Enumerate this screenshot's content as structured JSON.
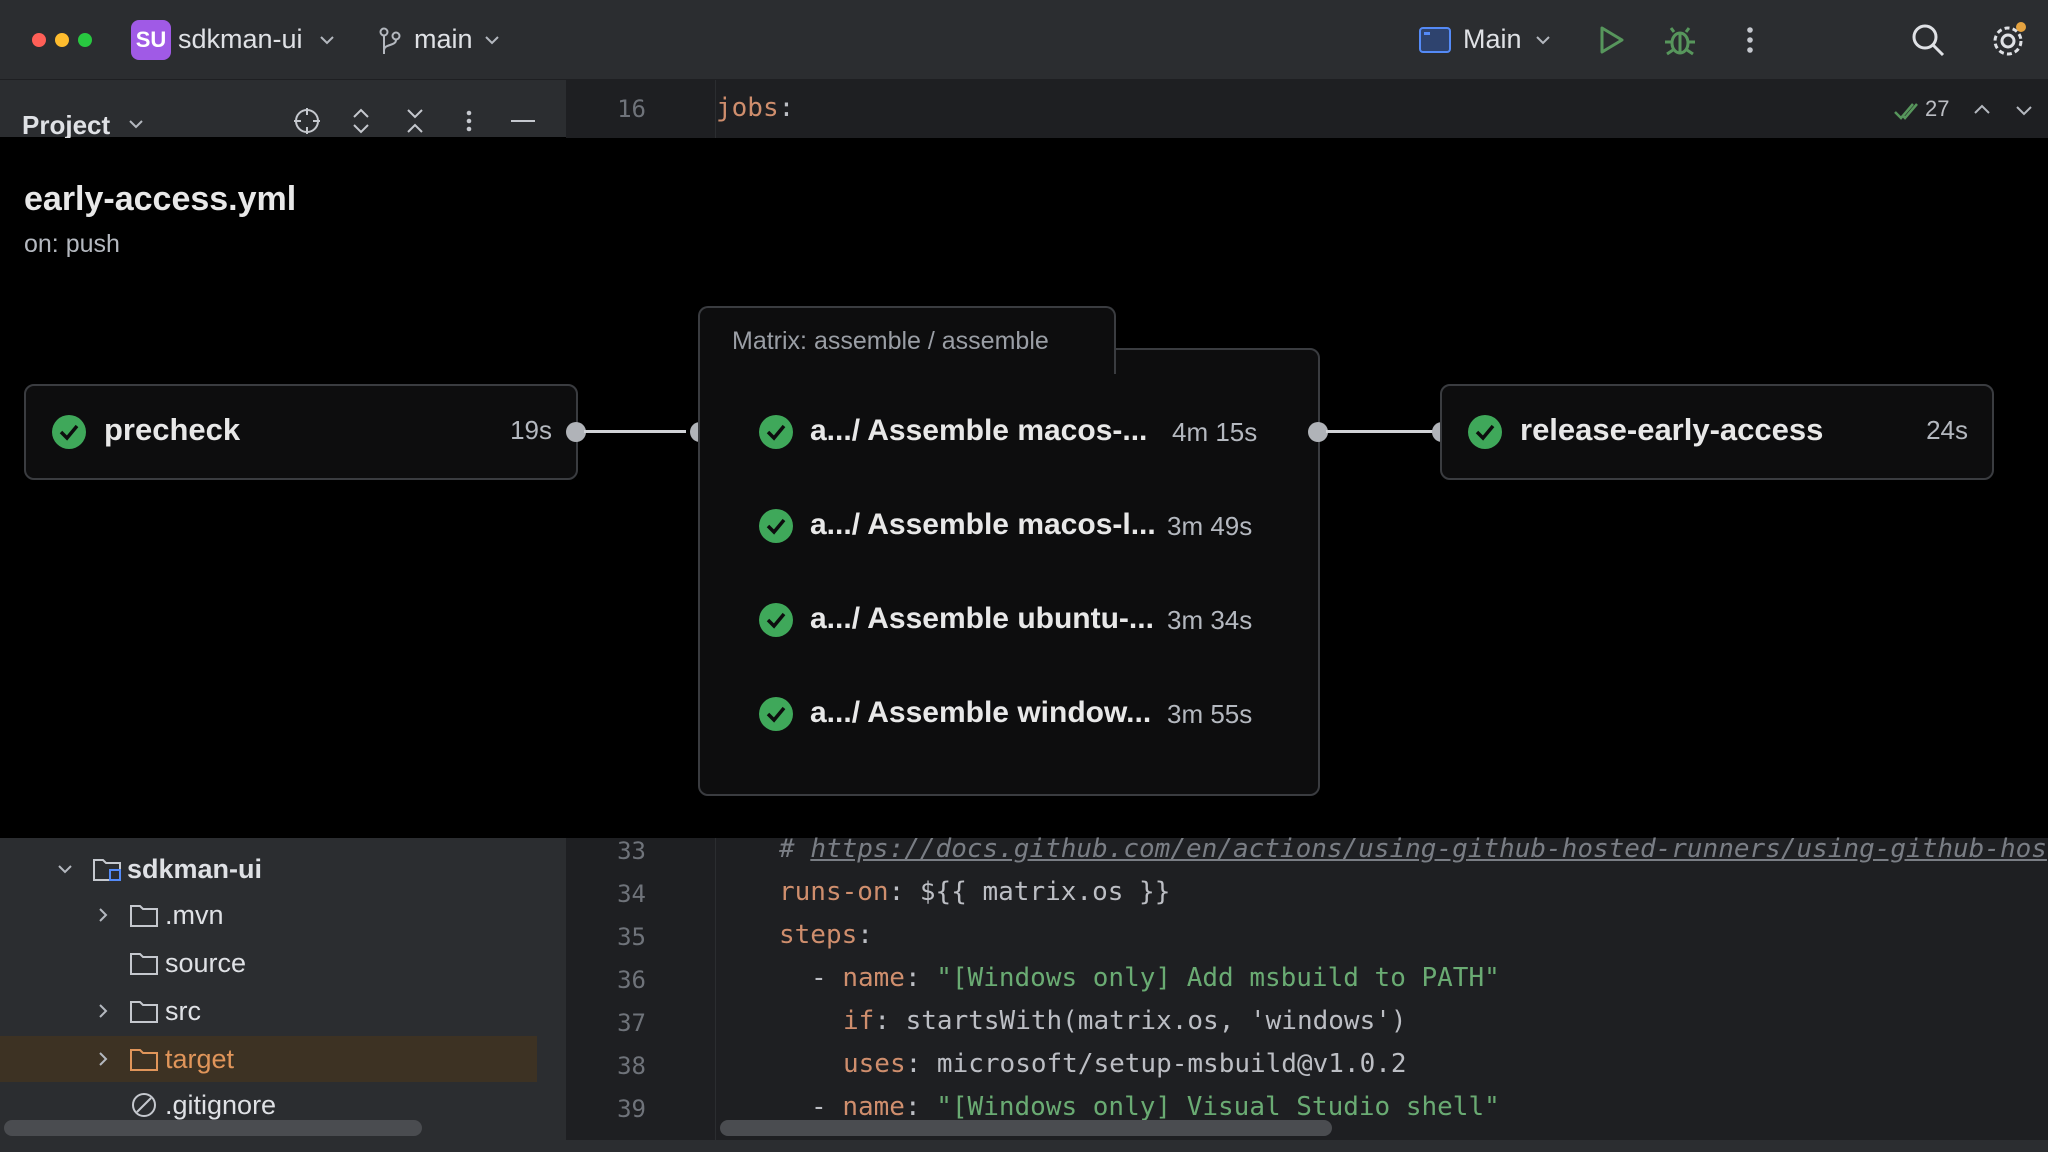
{
  "titlebar": {
    "project_badge": "SU",
    "project_name": "sdkman-ui",
    "branch": "main",
    "run_config": "Main"
  },
  "project_panel": {
    "title": "Project"
  },
  "editor_header": {
    "line_number": "16",
    "code_key": "jobs",
    "code_colon": ":",
    "checks_count": "27"
  },
  "workflow": {
    "file": "early-access.yml",
    "trigger": "on: push",
    "jobs": [
      {
        "name": "precheck",
        "time": "19s",
        "status": "success"
      },
      {
        "name": "release-early-access",
        "time": "24s",
        "status": "success"
      }
    ],
    "matrix": {
      "label": "Matrix: assemble / assemble",
      "items": [
        {
          "name": "a.../ Assemble macos-...",
          "time": "4m 15s",
          "status": "success"
        },
        {
          "name": "a.../ Assemble macos-l...",
          "time": "3m 49s",
          "status": "success"
        },
        {
          "name": "a.../ Assemble ubuntu-...",
          "time": "3m 34s",
          "status": "success"
        },
        {
          "name": "a.../ Assemble window...",
          "time": "3m 55s",
          "status": "success"
        }
      ]
    },
    "success_color": "#3fa85a"
  },
  "tree": {
    "root": "sdkman-ui",
    "items": [
      {
        "label": ".mvn",
        "has_children": true
      },
      {
        "label": "source",
        "has_children": false
      },
      {
        "label": "src",
        "has_children": true
      },
      {
        "label": "target",
        "has_children": true,
        "selected": true
      },
      {
        "label": ".gitignore",
        "has_children": false
      }
    ]
  },
  "code": {
    "lines": [
      {
        "n": "33",
        "comment_hash": "# ",
        "url": "https://docs.github.com/en/actions/using-github-hosted-runners/using-github-hos"
      },
      {
        "n": "34",
        "key": "runs-on",
        "rest": " ${{ matrix.os }}"
      },
      {
        "n": "35",
        "key": "steps",
        "rest": ""
      },
      {
        "n": "36",
        "dash": "- ",
        "key": "name",
        "str": "\"[Windows only] Add msbuild to PATH\""
      },
      {
        "n": "37",
        "key": "if",
        "rest": " startsWith(matrix.os, 'windows')"
      },
      {
        "n": "38",
        "key": "uses",
        "rest": " microsoft/setup-msbuild@v1.0.2"
      },
      {
        "n": "39",
        "dash": "- ",
        "key": "name",
        "str": "\"[Windows only] Visual Studio shell\""
      }
    ]
  }
}
